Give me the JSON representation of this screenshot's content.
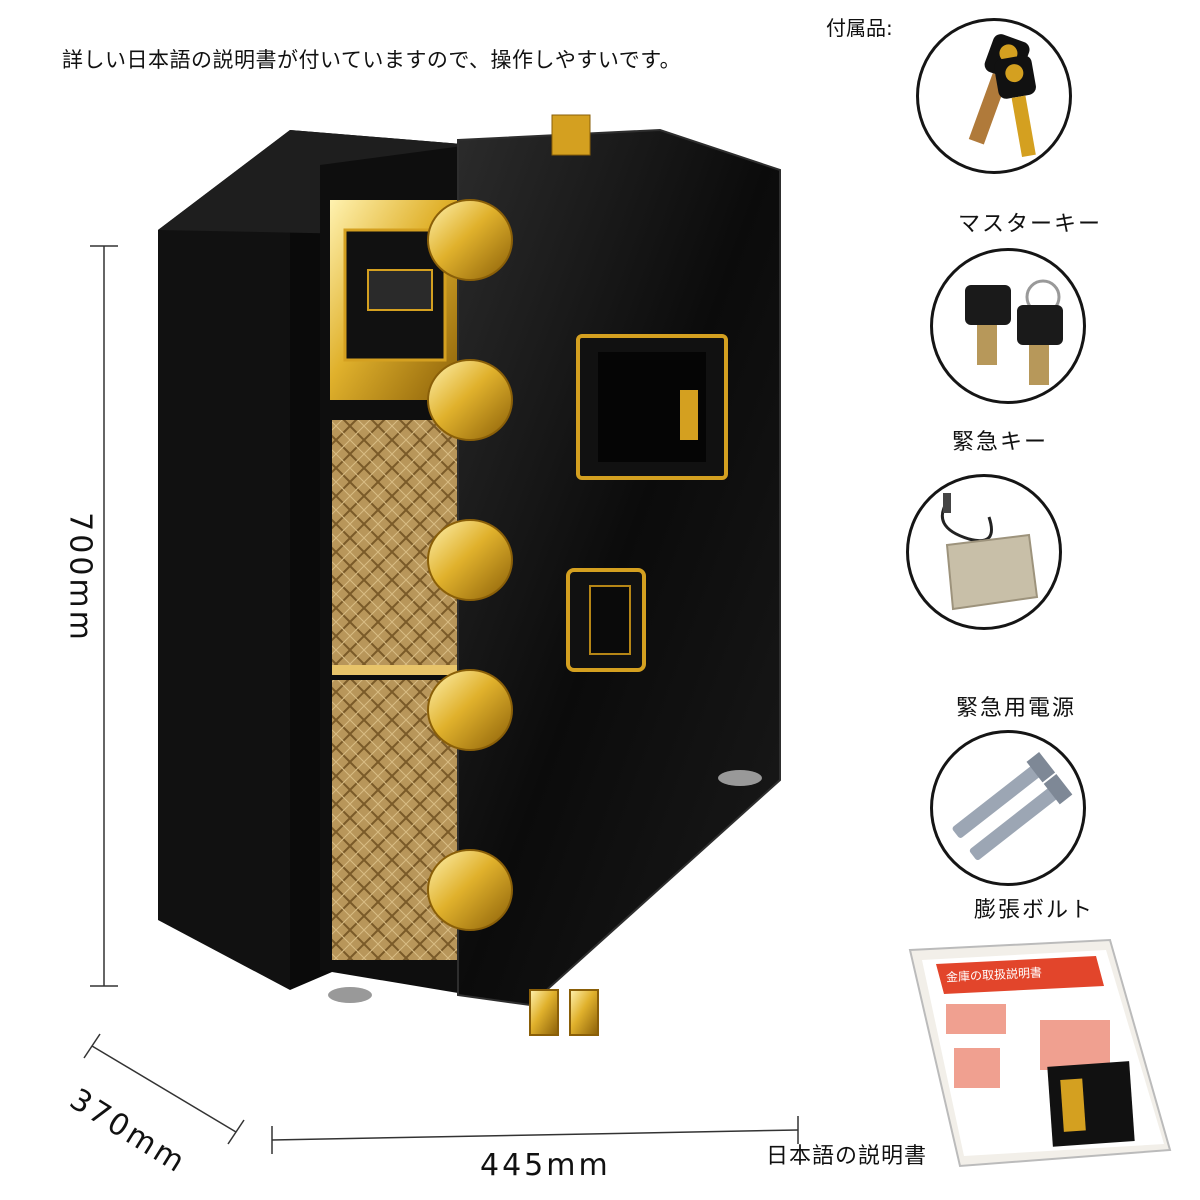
{
  "headline": "詳しい日本語の説明書が付いていますので、操作しやすいです。",
  "accessories": {
    "title": "付属品:",
    "items": [
      {
        "label": "マスターキー",
        "icon": "master-key-icon"
      },
      {
        "label": "緊急キー",
        "icon": "emergency-key-icon"
      },
      {
        "label": "緊急用電源",
        "icon": "emergency-power-icon"
      },
      {
        "label": "膨張ボルト",
        "icon": "expansion-bolt-icon"
      }
    ]
  },
  "dimensions": {
    "height": "700mm",
    "depth": "370mm",
    "width": "445mm"
  },
  "manual": {
    "cover_title": "金庫の取扱説明書",
    "caption": "日本語の説明書"
  },
  "colors": {
    "safe_body": "#0d0d0d",
    "gold": "#d4a020",
    "accent_red": "#e2452b"
  }
}
